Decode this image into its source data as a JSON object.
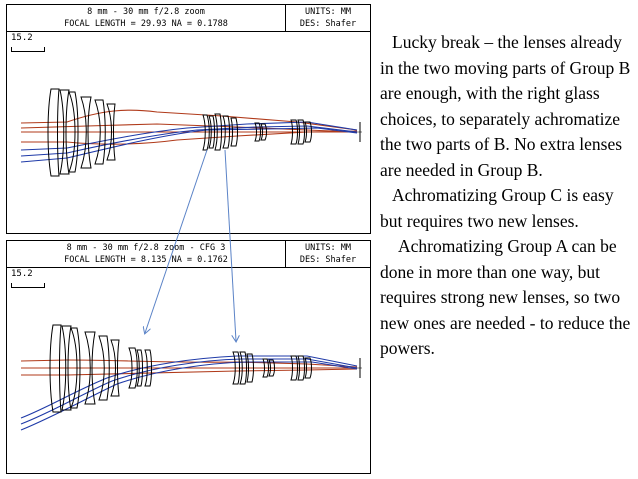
{
  "top_panel": {
    "title": "8 mm - 30 mm f/2.8 zoom",
    "focal_line": "FOCAL LENGTH = 29.93   NA = 0.1788",
    "units": "UNITS: MM",
    "designer": "DES: Shafer",
    "scale_label": "15.2"
  },
  "bottom_panel": {
    "title": "8 mm - 30 mm f/2.8 zoom - CFG 3",
    "focal_line": "FOCAL LENGTH = 8.135   NA = 0.1762",
    "units": "UNITS: MM",
    "designer": "DES: Shafer",
    "scale_label": "15.2"
  },
  "notes": {
    "p1": "Lucky break – the lenses already in the two moving parts of Group B are enough, with the right glass choices, to separately achromatize the two parts of B.  No extra lenses are needed in Group B.",
    "p2": "Achromatizing Group C is easy but requires two new lenses.",
    "p3": "Achromatizing Group A can be done in more than one way, but requires strong new lenses, so two new ones are needed  -  to reduce the powers."
  },
  "colors": {
    "ray_red": "#b03a1a",
    "ray_blue": "#1f3aa8",
    "arrow": "#5b83c7"
  }
}
